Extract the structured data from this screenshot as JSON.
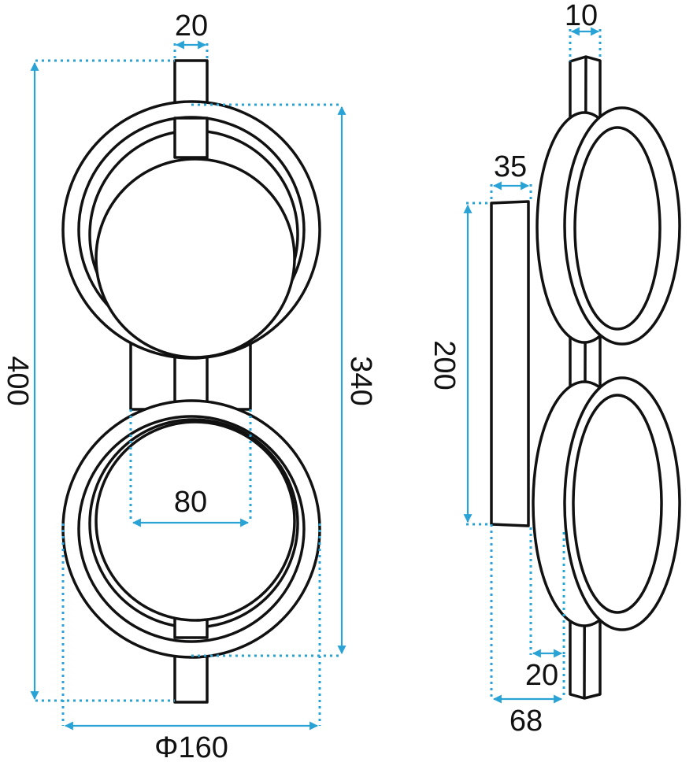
{
  "dimensions": {
    "bar_width": "20",
    "total_height": "400",
    "ring_span": "340",
    "inner_width": "80",
    "diameter": "Φ160",
    "side_bar_depth": "10",
    "base_depth": "35",
    "base_height": "200",
    "ring_offset": "20",
    "total_depth": "68"
  },
  "colors": {
    "outline": "#111111",
    "dimension_lines": "#29a3d6",
    "background": "#ffffff"
  }
}
